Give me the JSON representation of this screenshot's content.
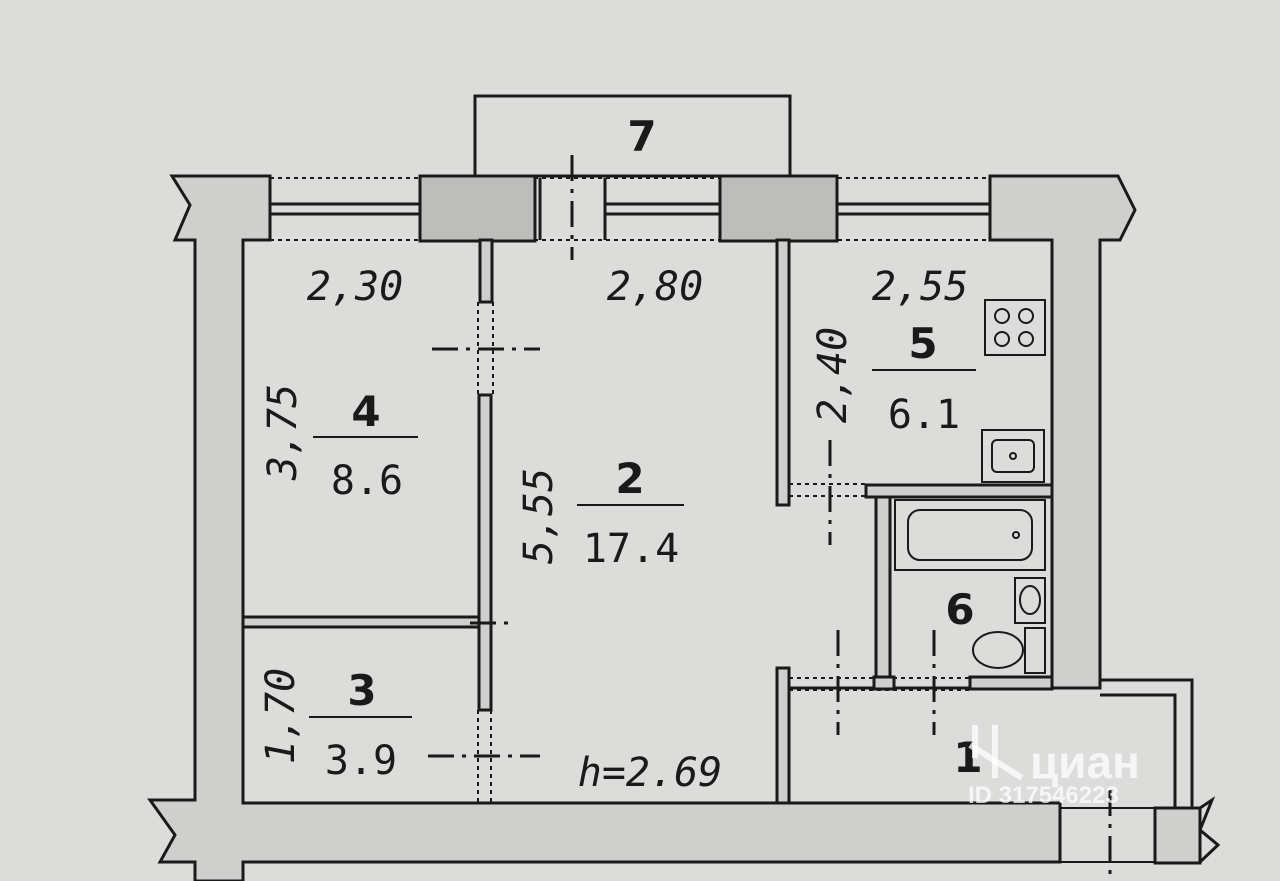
{
  "rooms": [
    {
      "id": "room-7",
      "number": "7",
      "area": ""
    },
    {
      "id": "room-4",
      "number": "4",
      "area": "8.6"
    },
    {
      "id": "room-2",
      "number": "2",
      "area": "17.4"
    },
    {
      "id": "room-5",
      "number": "5",
      "area": "6.1"
    },
    {
      "id": "room-3",
      "number": "3",
      "area": "3.9"
    },
    {
      "id": "room-6",
      "number": "6",
      "area": ""
    },
    {
      "id": "room-1",
      "number": "1",
      "area": ""
    }
  ],
  "dimensions": {
    "room4_width": "2,30",
    "room2_width": "2,80",
    "room5_width": "2,55",
    "room4_length": "3,75",
    "room2_length": "5,55",
    "room5_length": "2,40",
    "room3_length": "1,70",
    "ceiling_height": "h=2.69"
  },
  "watermark": {
    "brand": "циан",
    "listing_id": "ID 317546223"
  },
  "colors": {
    "paper": "#dcdcda",
    "ink": "#1a1a1a",
    "wall_fill": "#cfcfcd"
  }
}
